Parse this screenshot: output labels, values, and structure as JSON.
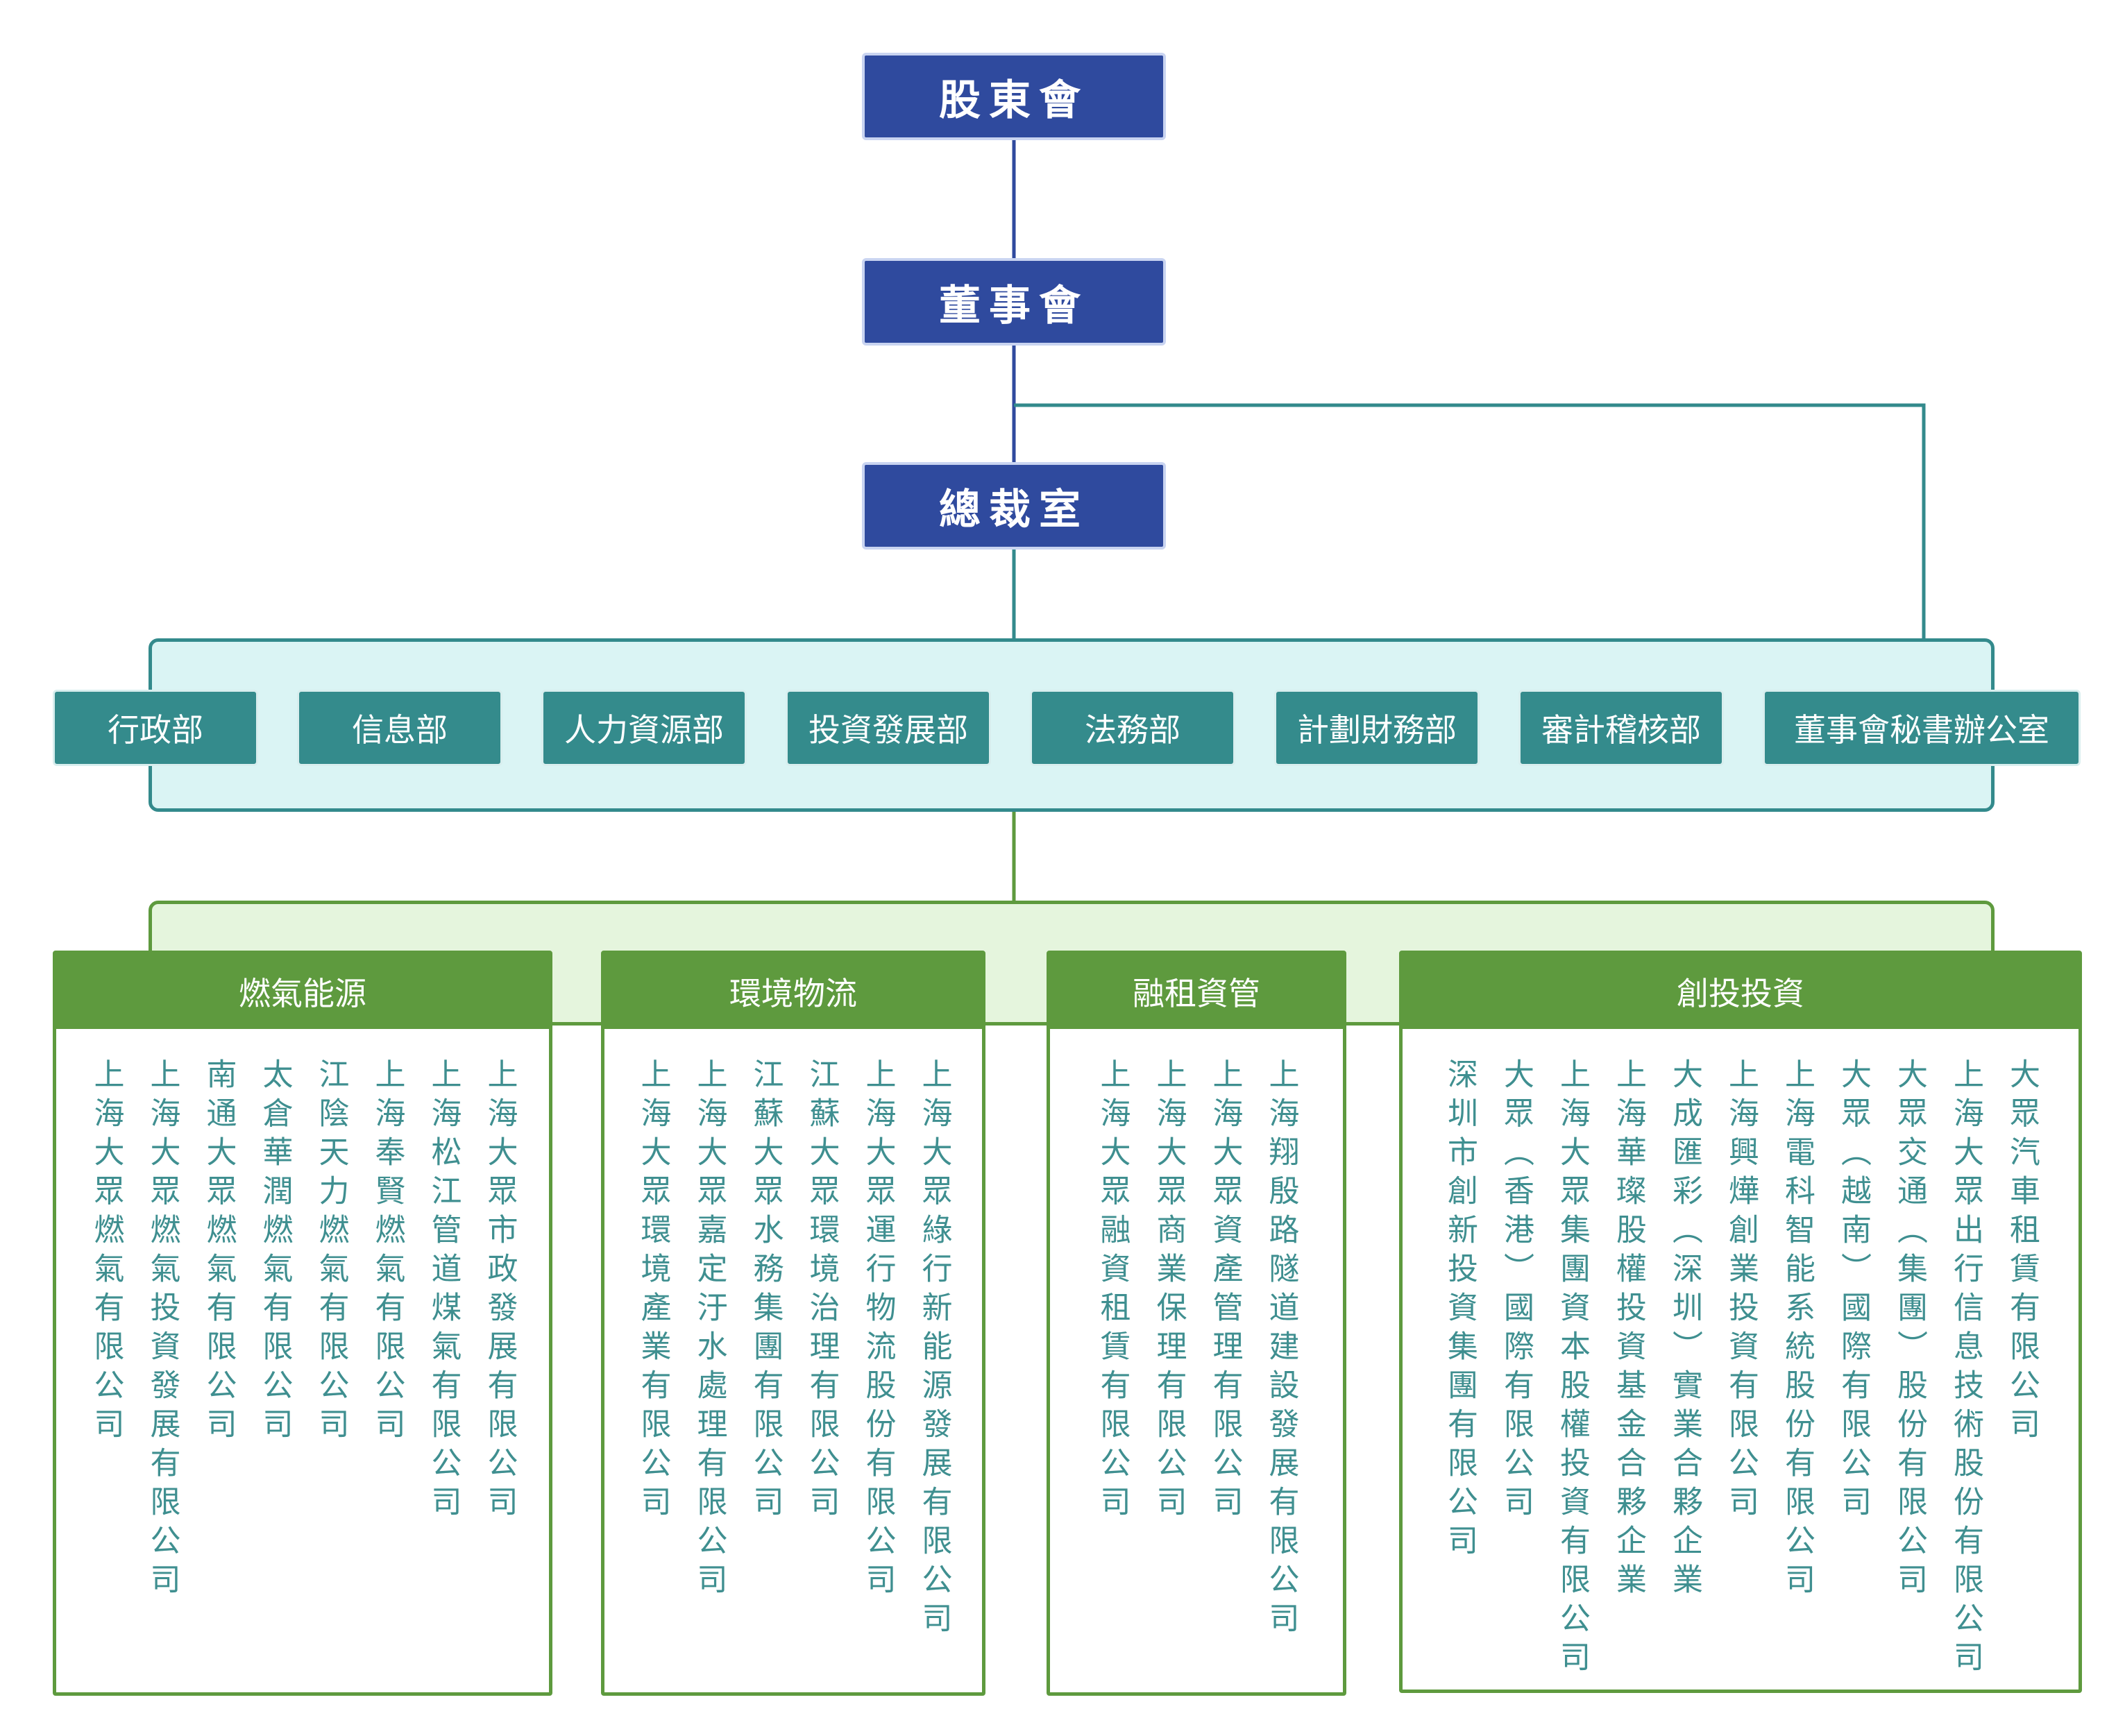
{
  "executives": [
    "股東會",
    "董事會",
    "總裁室"
  ],
  "departments": [
    "行政部",
    "信息部",
    "人力資源部",
    "投資發展部",
    "法務部",
    "計劃財務部",
    "審計稽核部",
    "董事會秘書辦公室"
  ],
  "groups": [
    {
      "name": "燃氣能源",
      "companies": [
        "上海大眾市政發展有限公司",
        "上海松江管道煤氣有限公司",
        "上海奉賢燃氣有限公司",
        "江陰天力燃氣有限公司",
        "太倉華潤燃氣有限公司",
        "南通大眾燃氣有限公司",
        "上海大眾燃氣投資發展有限公司",
        "上海大眾燃氣有限公司"
      ]
    },
    {
      "name": "環境物流",
      "companies": [
        "上海大眾綠行新能源發展有限公司",
        "上海大眾運行物流股份有限公司",
        "江蘇大眾環境治理有限公司",
        "江蘇大眾水務集團有限公司",
        "上海大眾嘉定汙水處理有限公司",
        "上海大眾環境產業有限公司"
      ]
    },
    {
      "name": "融租資管",
      "companies": [
        "上海翔殷路隧道建設發展有限公司",
        "上海大眾資產管理有限公司",
        "上海大眾商業保理有限公司",
        "上海大眾融資租賃有限公司"
      ]
    },
    {
      "name": "創投投資",
      "companies": [
        "大眾汽車租賃有限公司",
        "上海大眾出行信息技術股份有限公司",
        "大眾交通（集團）股份有限公司",
        "大眾（越南）國際有限公司",
        "上海電科智能系統股份有限公司",
        "上海興燁創業投資有限公司",
        "大成匯彩（深圳）實業合夥企業",
        "上海華璨股權投資基金合夥企業",
        "上海大眾集團資本股權投資有限公司",
        "大眾（香港）國際有限公司",
        "深圳市創新投資集團有限公司"
      ]
    }
  ]
}
